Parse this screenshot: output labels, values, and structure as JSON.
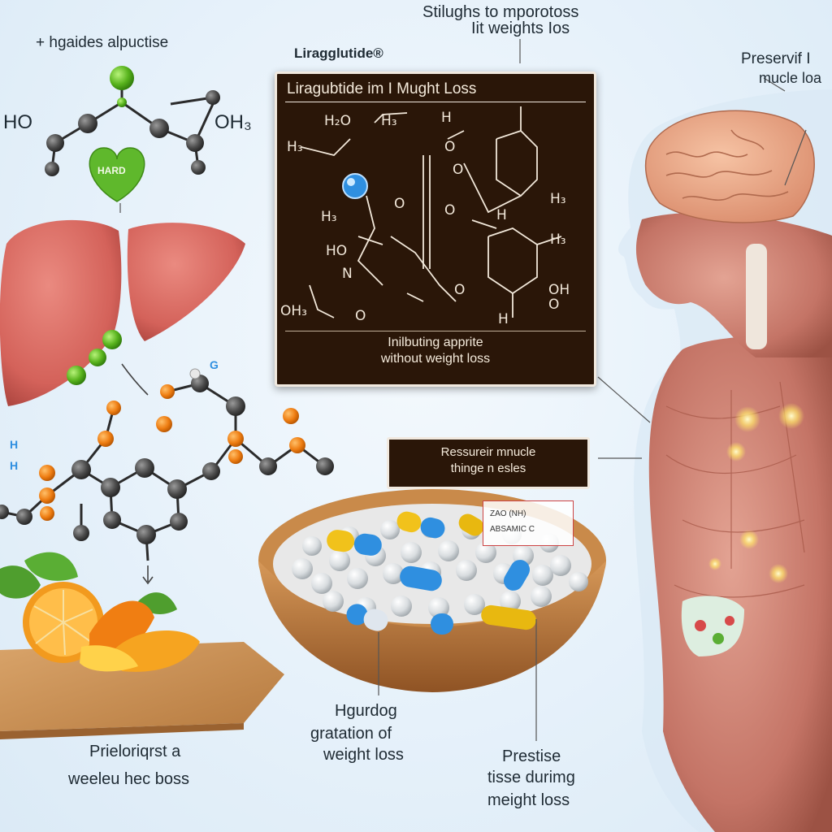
{
  "header": {
    "top_line1": "Stilughs to mporotoss",
    "top_line2": "Iit weights Ios",
    "left_label": "+ hgaides alpuctise",
    "drug_label": "Liragglutide®"
  },
  "board": {
    "title": "Liragubtide im I Mught Loss",
    "subtitle_line1": "Inilbuting apprite",
    "subtitle_line2": "without weight loss",
    "atoms": [
      "H₂O",
      "H₃",
      "H",
      "H₃",
      "O",
      "O",
      "O",
      "H₃",
      "H",
      "O",
      "OH",
      "O",
      "H",
      "HO",
      "N",
      "OH₃",
      "O",
      "O",
      "H₃",
      "H₃"
    ]
  },
  "molecule_top": {
    "left_group": "HO",
    "right_group": "OH₃",
    "heart_label": "HARD"
  },
  "molecule_mid": {
    "h_label_top": "G",
    "h_label_left1": "H",
    "h_label_left2": "H"
  },
  "right_label": {
    "line1": "Preservif I",
    "line2": "mucle loa"
  },
  "muscle_box": {
    "line1": "Ressureir mnucle",
    "line2": "thinge n esles"
  },
  "pill_tag": {
    "line1": "ZAO (NH)",
    "line2": "ABSAMIC C"
  },
  "captions": {
    "bottom_left_line1": "Prieloriqrst a",
    "bottom_left_line2": "weeleu hec boss",
    "bottom_mid_line1": "Hgurdog",
    "bottom_mid_line2": "gratation of",
    "bottom_mid_line3": "weight loss",
    "bottom_right_line1": "Prestise",
    "bottom_right_line2": "tisse durimg",
    "bottom_right_line3": "meight loss"
  },
  "colors": {
    "board_bg": "#2a1608",
    "liver": "#d4625a",
    "atom_grey": "#4a4a4a",
    "atom_orange": "#ee7d12",
    "muscle": "#c47466",
    "bowl": "#b9773e"
  }
}
